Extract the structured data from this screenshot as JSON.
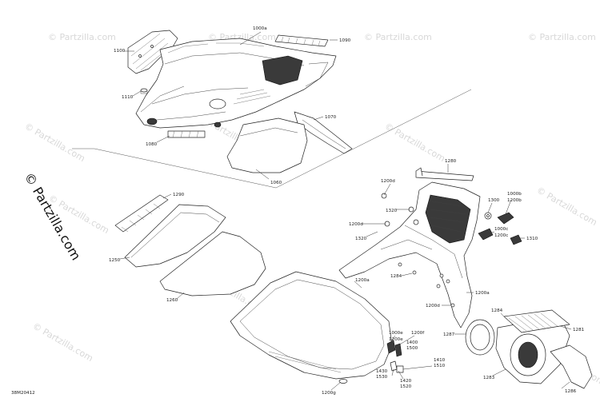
{
  "diagram_id": "38M20412",
  "watermark": {
    "text": "© Partzilla.com",
    "side_text": "© Partzilla.com"
  },
  "callouts": {
    "c1000a": "1000a",
    "c1090": "1090",
    "c1100": "1100",
    "c1110": "1110",
    "c1080": "1080",
    "c1070": "1070",
    "c1060": "1060",
    "c1290": "1290",
    "c1250": "1250",
    "c1260": "1260",
    "c1280": "1280",
    "c1200d_a": "1200d",
    "c1320_a": "1320",
    "c1200d_b": "1200d",
    "c1320_b": "1320",
    "c1300": "1300",
    "c1000b": "1000b",
    "c1200b": "1200b",
    "c1000c": "1000c",
    "c1200c": "1200c",
    "c1310": "1310",
    "c1284_a": "1284",
    "c1200a_a": "1200a",
    "c1200a_b": "1200a",
    "c1200d_c": "1200d",
    "c1284_b": "1284",
    "c1281": "1281",
    "c1287": "1287",
    "c1000e": "1000e",
    "c1200f": "1200f",
    "c1200e": "1200e",
    "c1400": "1400",
    "c1500": "1500",
    "c1430": "1430",
    "c1530": "1530",
    "c1410": "1410",
    "c1510": "1510",
    "c1420": "1420",
    "c1520": "1520",
    "c1200g": "1200g",
    "c1283": "1283",
    "c1286": "1286"
  }
}
